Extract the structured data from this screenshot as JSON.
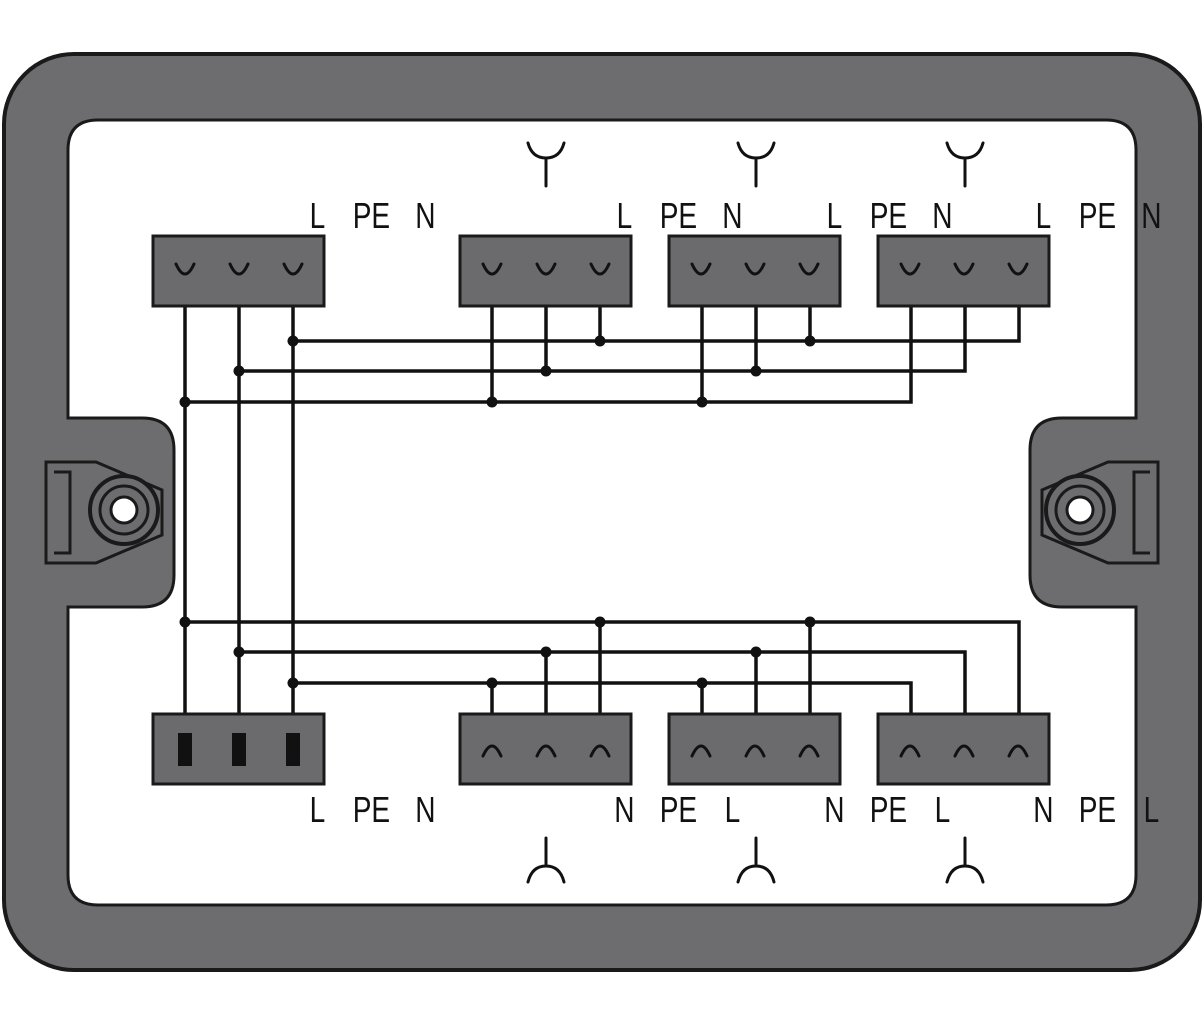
{
  "colors": {
    "housing": "#6d6d70",
    "housing_outline": "#1a1a1a",
    "panel": "#ffffff",
    "terminal_block": "#6b6b6e",
    "wire": "#111111"
  },
  "top": {
    "input_block": {
      "labels": [
        "L",
        "PE",
        "N"
      ],
      "contact_icon": "socket-contact-icon"
    },
    "outputs": [
      {
        "labels": [
          "L",
          "PE",
          "N"
        ],
        "symbol_icon": "female-connector-icon"
      },
      {
        "labels": [
          "L",
          "PE",
          "N"
        ],
        "symbol_icon": "female-connector-icon"
      },
      {
        "labels": [
          "L",
          "PE",
          "N"
        ],
        "symbol_icon": "female-connector-icon"
      }
    ]
  },
  "bottom": {
    "input_block": {
      "labels": [
        "L",
        "PE",
        "N"
      ],
      "contact_icon": "pin-contact-icon"
    },
    "outputs": [
      {
        "labels": [
          "N",
          "PE",
          "L"
        ],
        "symbol_icon": "male-connector-icon"
      },
      {
        "labels": [
          "N",
          "PE",
          "L"
        ],
        "symbol_icon": "male-connector-icon"
      },
      {
        "labels": [
          "N",
          "PE",
          "L"
        ],
        "symbol_icon": "male-connector-icon"
      }
    ]
  },
  "mounts": [
    {
      "side": "left",
      "icon": "mounting-hole-icon"
    },
    {
      "side": "right",
      "icon": "mounting-hole-icon"
    }
  ]
}
